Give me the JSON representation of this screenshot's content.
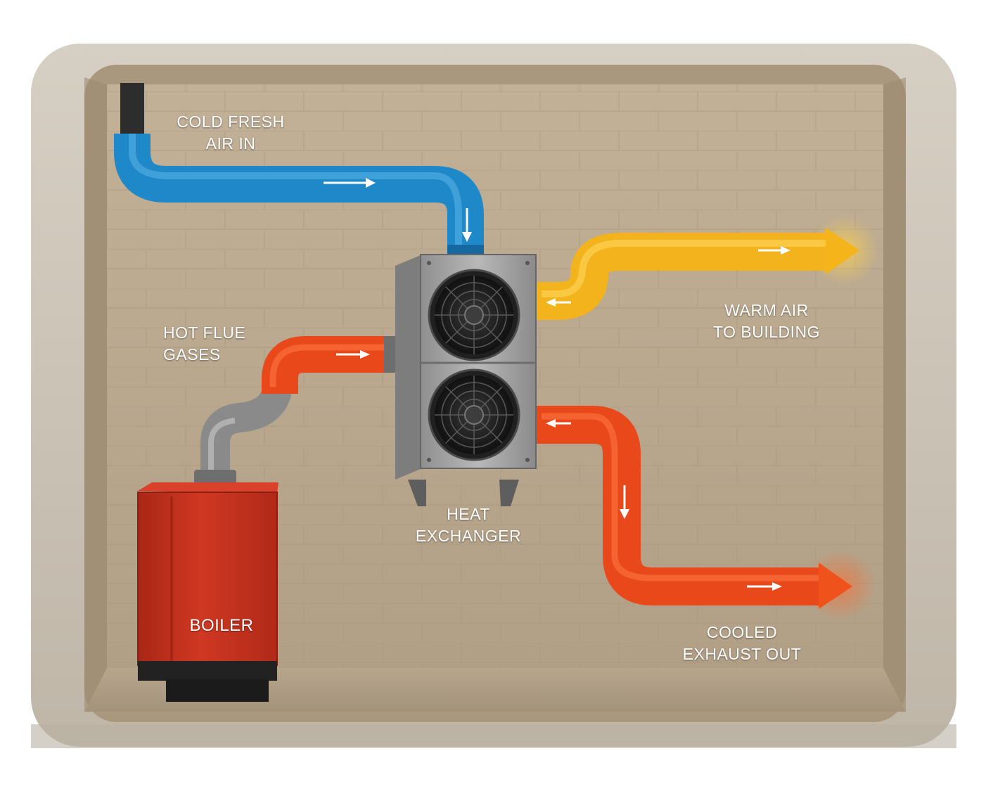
{
  "labels": {
    "cold_air": {
      "line1": "COLD FRESH",
      "line2": "AIR IN"
    },
    "flue": {
      "line1": "HOT FLUE",
      "line2": "GASES"
    },
    "warm_air": {
      "line1": "WARM AIR",
      "line2": "TO BUILDING"
    },
    "heat_exchanger": {
      "line1": "HEAT",
      "line2": "EXCHANGER"
    },
    "exhaust": {
      "line1": "COOLED",
      "line2": "EXHAUST OUT"
    },
    "boiler": "BOILER"
  },
  "colors": {
    "cold_pipe": "#1e88c8",
    "warm_pipe": "#f2b31c",
    "hot_pipe": "#e8481a",
    "boiler": "#c8321f",
    "wall": "#b9a78e",
    "frame": "#cdc4b6"
  },
  "icons": [
    "fan-icon",
    "fan-icon",
    "arrow-right-icon",
    "arrow-down-icon",
    "arrow-left-icon"
  ]
}
